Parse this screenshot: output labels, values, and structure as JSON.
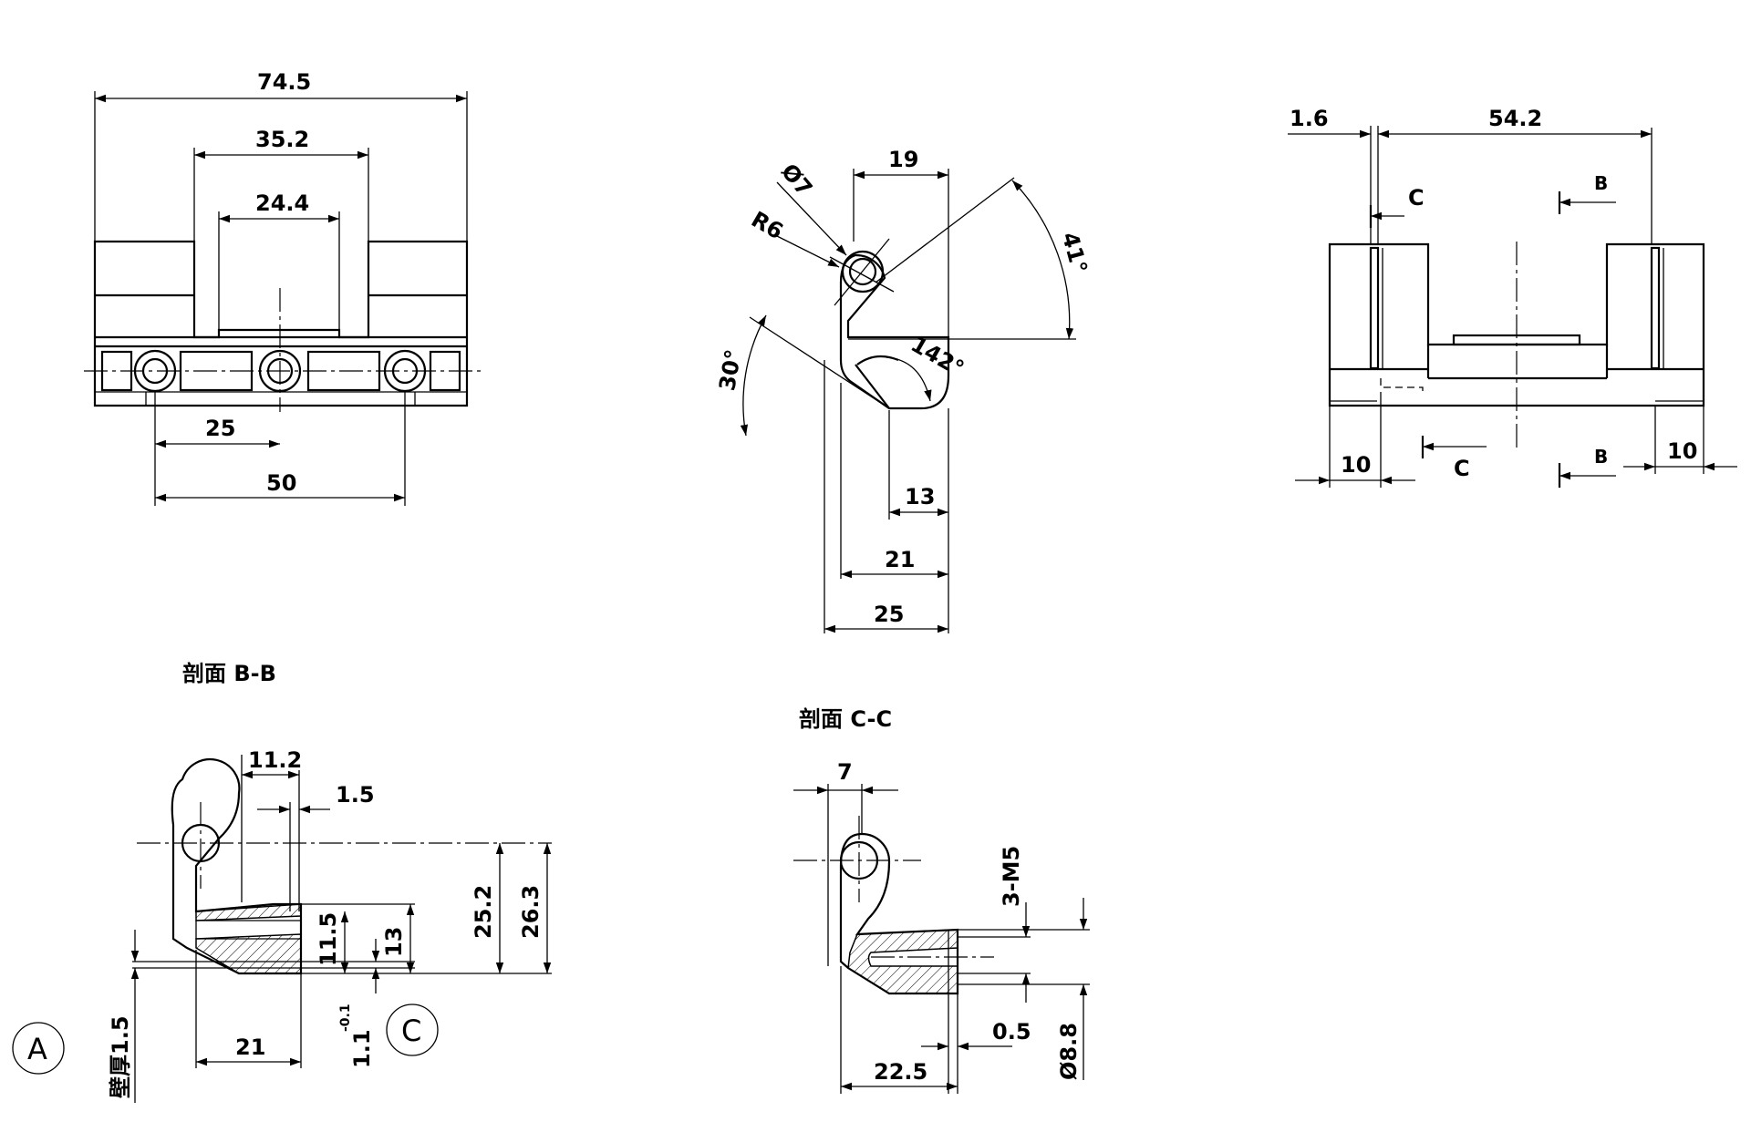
{
  "front_view": {
    "dims": {
      "overall_width": "74.5",
      "middle_width": "35.2",
      "inner_width": "24.4",
      "hole_spacing": "25",
      "hole_span": "50"
    }
  },
  "side_view": {
    "dims": {
      "top_width": "19",
      "hole_dia": "Ø7",
      "radius": "R6",
      "angle_right": "41°",
      "angle_left": "30°",
      "angle_inner": "142°",
      "d13": "13",
      "d21": "21",
      "d25": "25"
    }
  },
  "top_view": {
    "dims": {
      "d1_6": "1.6",
      "d54_2": "54.2",
      "d10_left": "10",
      "d10_right": "10"
    },
    "section_markers": {
      "c_top": "C",
      "b_top": "B",
      "c_bottom": "C",
      "b_bottom": "B"
    }
  },
  "section_bb": {
    "title": "剖面 B-B",
    "dims": {
      "d11_2": "11.2",
      "d1_5": "1.5",
      "d25_2": "25.2",
      "d26_3": "26.3",
      "d11_5": "11.5",
      "d13": "13",
      "d21": "21",
      "tol": "1.1",
      "tol_sup": "-0.1",
      "wall": "壁厚1.5"
    },
    "circles": {
      "a": "A",
      "c": "C"
    }
  },
  "section_cc": {
    "title": "剖面 C-C",
    "dims": {
      "d7": "7",
      "m5": "3-M5",
      "d0_5": "0.5",
      "d22_5": "22.5",
      "d8_8": "Ø8.8"
    }
  }
}
